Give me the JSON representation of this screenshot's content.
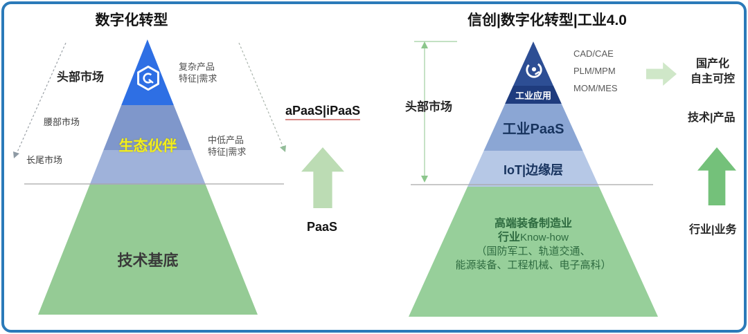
{
  "left_panel": {
    "title": "数字化转型",
    "market_labels": [
      {
        "label": "头部市场"
      },
      {
        "label": "腰部市场"
      },
      {
        "label": "长尾市场"
      }
    ],
    "product_annotations": [
      {
        "text": "复杂产品\n特征|需求"
      },
      {
        "text": "中低产品\n特征|需求"
      }
    ],
    "pyramid": {
      "partner_label": "生态伙伴",
      "base_label": "技术基底"
    },
    "apaas_label": "aPaaS|iPaaS",
    "paas_label": "PaaS",
    "icons": {
      "top_logo": "hexagon-logo-icon"
    }
  },
  "right_panel": {
    "title": "信创|数字化转型|工业4.0",
    "market_label": "头部市场",
    "app_labels": [
      {
        "label": "CAD/CAE"
      },
      {
        "label": "PLM/MPM"
      },
      {
        "label": "MOM/MES"
      }
    ],
    "pyramid": {
      "top_label": "工业应用",
      "paas_label": "工业PaaS",
      "iot_label": "IoT|边缘层",
      "base_line1": "高端装备制造业",
      "base_line2_bold": "行业",
      "base_line2_rest": "Know-how",
      "base_line3": "（国防军工、轨道交通、",
      "base_line4": "能源装备、工程机械、电子高科）"
    },
    "annotations": {
      "localization": "国产化\n自主可控",
      "tech_product": "技术|产品",
      "industry_business": "行业|业务"
    },
    "icons": {
      "top_logo": "target-logo-icon"
    }
  },
  "colors": {
    "border_blue": "#2b7ab9",
    "pyramid_blue_top": "#2e6fe4",
    "pyramid_navy_top": "#2d4e94",
    "green_body": "#95cb95",
    "arrow_light_green": "#bcdcb4",
    "arrow_medium_green": "#74c17a",
    "partner_yellow": "#f3ee1d",
    "underline_red": "#d98a86"
  }
}
